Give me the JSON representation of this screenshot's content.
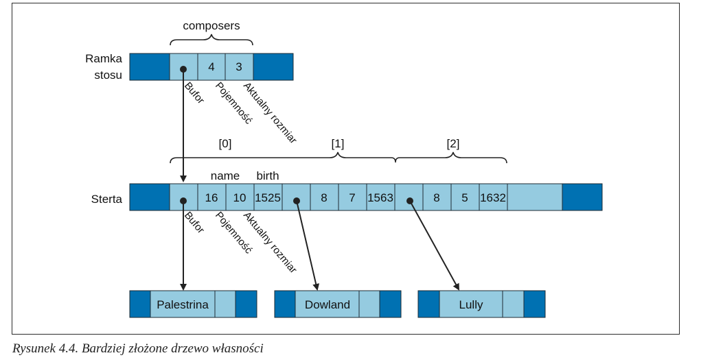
{
  "colors": {
    "dark_blue": "#0071b2",
    "light_blue": "#95cbe0",
    "stroke": "#1f2b33",
    "arrow": "#222222"
  },
  "stack": {
    "label_line1": "Ramka",
    "label_line2": "stosu",
    "brace_label": "composers",
    "cells": [
      "",
      "4",
      "3"
    ],
    "fields": [
      "Bufor",
      "Pojemność",
      "Aktualny rozmiar"
    ]
  },
  "heap": {
    "label": "Sterta",
    "index_labels": [
      "[0]",
      "[1]",
      "[2]"
    ],
    "name_header": "name",
    "birth_header": "birth",
    "cells": [
      "",
      "16",
      "10",
      "1525",
      "",
      "8",
      "7",
      "1563",
      "",
      "8",
      "5",
      "1632",
      ""
    ],
    "fields": [
      "Bufor",
      "Pojemność",
      "Aktualny rozmiar"
    ]
  },
  "strings": [
    {
      "text": "Palestrina"
    },
    {
      "text": "Dowland"
    },
    {
      "text": "Lully"
    }
  ],
  "caption": "Rysunek 4.4. Bardziej złożone drzewo własności"
}
